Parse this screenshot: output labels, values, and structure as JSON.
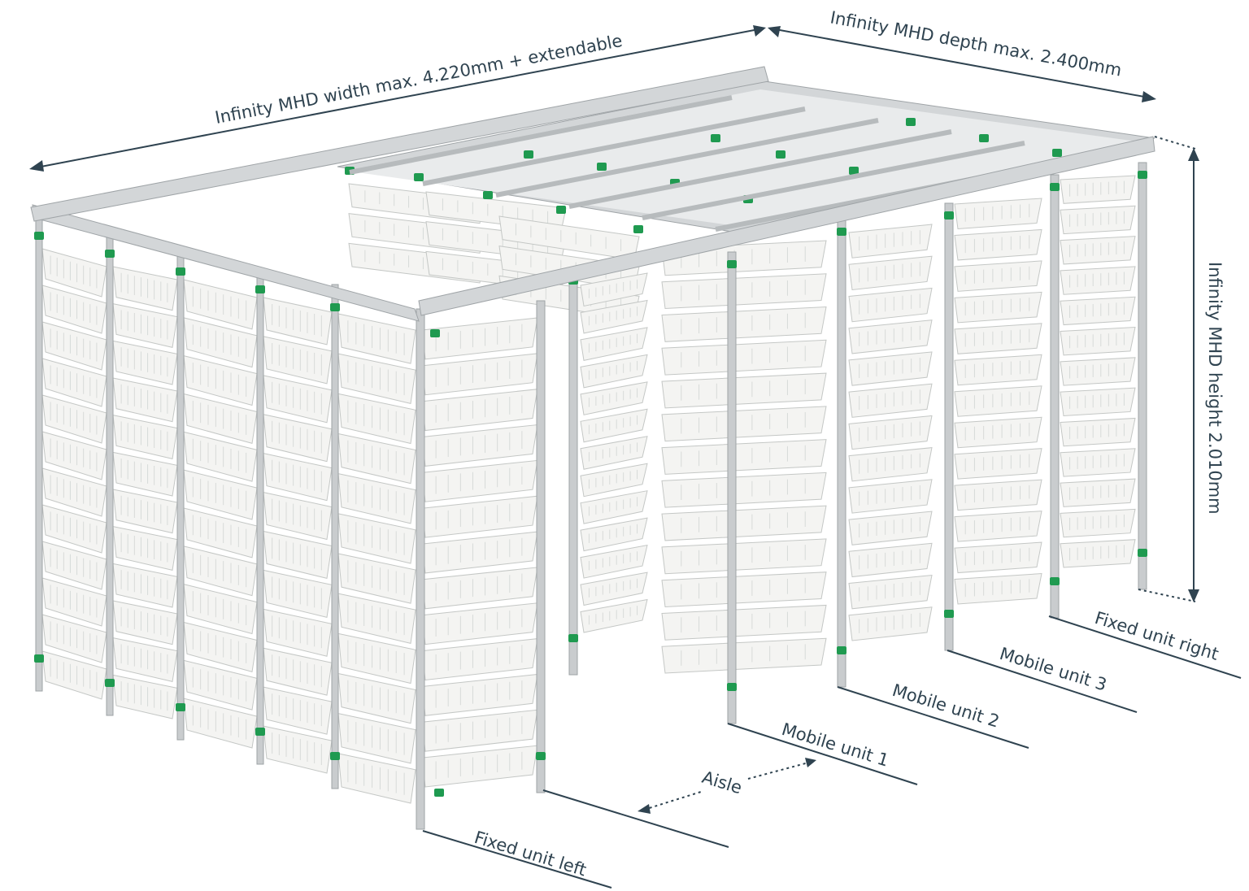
{
  "labels": {
    "width": "Infinity MHD width max. 4.220mm + extendable",
    "depth": "Infinity MHD depth max. 2.400mm",
    "height": "Infinity MHD height 2.010mm",
    "fixed_left": "Fixed unit left",
    "aisle": "Aisle",
    "mobile_1": "Mobile unit 1",
    "mobile_2": "Mobile unit 2",
    "mobile_3": "Mobile unit 3",
    "fixed_right": "Fixed unit right"
  },
  "colors": {
    "accent_clip": "#1f9a50",
    "frame": "#c9ccce",
    "bin": "#f4f4f2",
    "text": "#2f4350"
  }
}
